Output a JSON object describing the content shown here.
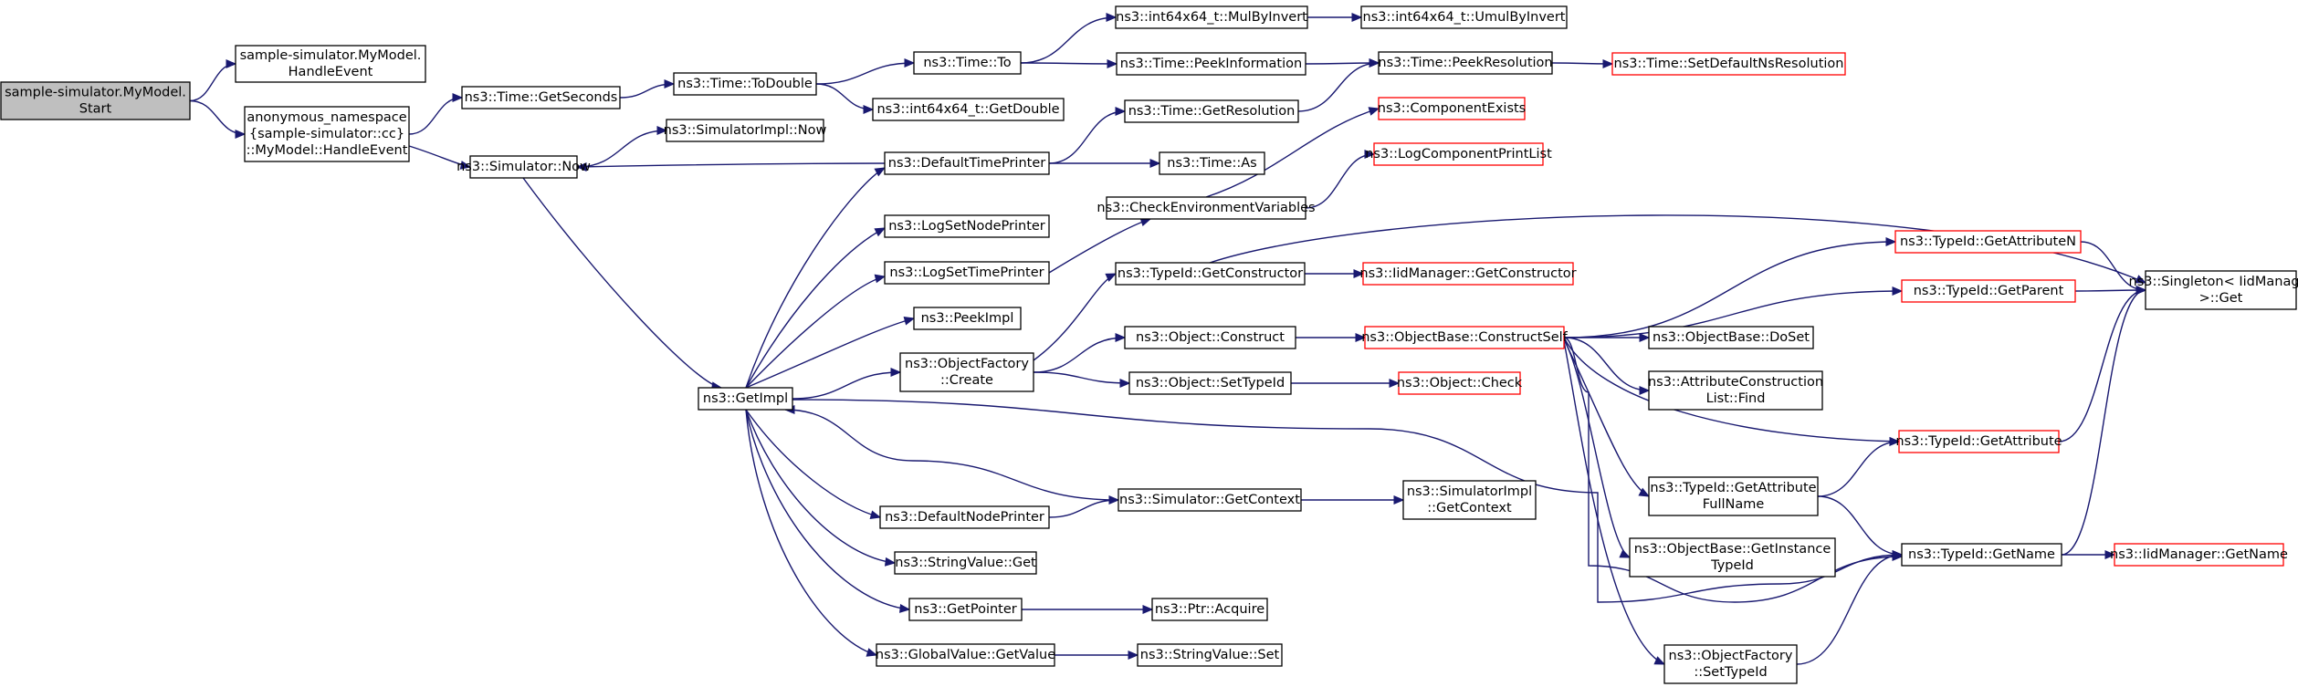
{
  "diagram": {
    "nodes": [
      {
        "id": "start",
        "lines": [
          "sample-simulator.MyModel.",
          "Start"
        ],
        "kind": "root"
      },
      {
        "id": "mm_handle",
        "lines": [
          "sample-simulator.MyModel.",
          "HandleEvent"
        ],
        "kind": "normal"
      },
      {
        "id": "anon_handle",
        "lines": [
          "anonymous_namespace",
          "{sample-simulator::cc}",
          "::MyModel::HandleEvent"
        ],
        "kind": "normal"
      },
      {
        "id": "getseconds",
        "lines": [
          "ns3::Time::GetSeconds"
        ],
        "kind": "normal"
      },
      {
        "id": "sim_now",
        "lines": [
          "ns3::Simulator::Now"
        ],
        "kind": "normal"
      },
      {
        "id": "todouble",
        "lines": [
          "ns3::Time::ToDouble"
        ],
        "kind": "normal"
      },
      {
        "id": "simimpl_now",
        "lines": [
          "ns3::SimulatorImpl::Now"
        ],
        "kind": "normal"
      },
      {
        "id": "time_to",
        "lines": [
          "ns3::Time::To"
        ],
        "kind": "normal"
      },
      {
        "id": "getdouble",
        "lines": [
          "ns3::int64x64_t::GetDouble"
        ],
        "kind": "normal"
      },
      {
        "id": "mulbyinvert",
        "lines": [
          "ns3::int64x64_t::MulByInvert"
        ],
        "kind": "normal"
      },
      {
        "id": "umulbyinvert",
        "lines": [
          "ns3::int64x64_t::UmulByInvert"
        ],
        "kind": "normal"
      },
      {
        "id": "peekinfo",
        "lines": [
          "ns3::Time::PeekInformation"
        ],
        "kind": "normal"
      },
      {
        "id": "peekres",
        "lines": [
          "ns3::Time::PeekResolution"
        ],
        "kind": "normal"
      },
      {
        "id": "setdefres",
        "lines": [
          "ns3::Time::SetDefaultNsResolution"
        ],
        "kind": "trunc"
      },
      {
        "id": "getres",
        "lines": [
          "ns3::Time::GetResolution"
        ],
        "kind": "normal"
      },
      {
        "id": "deftimeprinter",
        "lines": [
          "ns3::DefaultTimePrinter"
        ],
        "kind": "normal"
      },
      {
        "id": "time_as",
        "lines": [
          "ns3::Time::As"
        ],
        "kind": "normal"
      },
      {
        "id": "compexists",
        "lines": [
          "ns3::ComponentExists"
        ],
        "kind": "trunc"
      },
      {
        "id": "logcompprint",
        "lines": [
          "ns3::LogComponentPrintList"
        ],
        "kind": "trunc"
      },
      {
        "id": "checkenv",
        "lines": [
          "ns3::CheckEnvironmentVariables"
        ],
        "kind": "normal"
      },
      {
        "id": "logsetnode",
        "lines": [
          "ns3::LogSetNodePrinter"
        ],
        "kind": "normal"
      },
      {
        "id": "logsettime",
        "lines": [
          "ns3::LogSetTimePrinter"
        ],
        "kind": "normal"
      },
      {
        "id": "peekimpl",
        "lines": [
          "ns3::PeekImpl"
        ],
        "kind": "normal"
      },
      {
        "id": "getimpl",
        "lines": [
          "ns3::GetImpl"
        ],
        "kind": "normal"
      },
      {
        "id": "objfactory_create",
        "lines": [
          "ns3::ObjectFactory",
          "::Create"
        ],
        "kind": "normal"
      },
      {
        "id": "typeid_getctor",
        "lines": [
          "ns3::TypeId::GetConstructor"
        ],
        "kind": "normal"
      },
      {
        "id": "iidmgr_getctor",
        "lines": [
          "ns3::IidManager::GetConstructor"
        ],
        "kind": "trunc"
      },
      {
        "id": "obj_construct",
        "lines": [
          "ns3::Object::Construct"
        ],
        "kind": "normal"
      },
      {
        "id": "obj_settypeid",
        "lines": [
          "ns3::Object::SetTypeId"
        ],
        "kind": "normal"
      },
      {
        "id": "obj_check",
        "lines": [
          "ns3::Object::Check"
        ],
        "kind": "trunc"
      },
      {
        "id": "constructself",
        "lines": [
          "ns3::ObjectBase::ConstructSelf"
        ],
        "kind": "trunc"
      },
      {
        "id": "getattrn",
        "lines": [
          "ns3::TypeId::GetAttributeN"
        ],
        "kind": "trunc"
      },
      {
        "id": "getparent",
        "lines": [
          "ns3::TypeId::GetParent"
        ],
        "kind": "trunc"
      },
      {
        "id": "singleton_get",
        "lines": [
          "ns3::Singleton< IidManager",
          " >::Get"
        ],
        "kind": "normal"
      },
      {
        "id": "doset",
        "lines": [
          "ns3::ObjectBase::DoSet"
        ],
        "kind": "normal"
      },
      {
        "id": "attrconst_find",
        "lines": [
          "ns3::AttributeConstruction",
          "List::Find"
        ],
        "kind": "normal"
      },
      {
        "id": "getattribute",
        "lines": [
          "ns3::TypeId::GetAttribute"
        ],
        "kind": "trunc"
      },
      {
        "id": "getattrfullname",
        "lines": [
          "ns3::TypeId::GetAttribute",
          "FullName"
        ],
        "kind": "normal"
      },
      {
        "id": "getinstancetypeid",
        "lines": [
          "ns3::ObjectBase::GetInstance",
          "TypeId"
        ],
        "kind": "normal"
      },
      {
        "id": "typeid_getname",
        "lines": [
          "ns3::TypeId::GetName"
        ],
        "kind": "normal"
      },
      {
        "id": "iidmgr_getname",
        "lines": [
          "ns3::IidManager::GetName"
        ],
        "kind": "trunc"
      },
      {
        "id": "objfactory_settypeid",
        "lines": [
          "ns3::ObjectFactory",
          "::SetTypeId"
        ],
        "kind": "normal"
      },
      {
        "id": "defnodeprinter",
        "lines": [
          "ns3::DefaultNodePrinter"
        ],
        "kind": "normal"
      },
      {
        "id": "sim_getcontext",
        "lines": [
          "ns3::Simulator::GetContext"
        ],
        "kind": "normal"
      },
      {
        "id": "simimpl_getcontext",
        "lines": [
          "ns3::SimulatorImpl",
          "::GetContext"
        ],
        "kind": "normal"
      },
      {
        "id": "stringvalue_get",
        "lines": [
          "ns3::StringValue::Get"
        ],
        "kind": "normal"
      },
      {
        "id": "getpointer",
        "lines": [
          "ns3::GetPointer"
        ],
        "kind": "normal"
      },
      {
        "id": "ptr_acquire",
        "lines": [
          "ns3::Ptr::Acquire"
        ],
        "kind": "normal"
      },
      {
        "id": "globalvalue_getvalue",
        "lines": [
          "ns3::GlobalValue::GetValue"
        ],
        "kind": "normal"
      },
      {
        "id": "stringvalue_set",
        "lines": [
          "ns3::StringValue::Set"
        ],
        "kind": "normal"
      }
    ],
    "edges": [
      [
        "start",
        "mm_handle"
      ],
      [
        "start",
        "anon_handle"
      ],
      [
        "anon_handle",
        "getseconds"
      ],
      [
        "anon_handle",
        "sim_now"
      ],
      [
        "getseconds",
        "todouble"
      ],
      [
        "todouble",
        "time_to"
      ],
      [
        "todouble",
        "getdouble"
      ],
      [
        "time_to",
        "mulbyinvert"
      ],
      [
        "time_to",
        "peekinfo"
      ],
      [
        "mulbyinvert",
        "umulbyinvert"
      ],
      [
        "peekinfo",
        "peekres"
      ],
      [
        "peekres",
        "setdefres"
      ],
      [
        "getres",
        "peekres"
      ],
      [
        "sim_now",
        "simimpl_now"
      ],
      [
        "sim_now",
        "getimpl"
      ],
      [
        "deftimeprinter",
        "sim_now"
      ],
      [
        "deftimeprinter",
        "getres"
      ],
      [
        "deftimeprinter",
        "time_as"
      ],
      [
        "getimpl",
        "deftimeprinter"
      ],
      [
        "getimpl",
        "logsetnode"
      ],
      [
        "getimpl",
        "logsettime"
      ],
      [
        "getimpl",
        "peekimpl"
      ],
      [
        "getimpl",
        "objfactory_create"
      ],
      [
        "getimpl",
        "defnodeprinter"
      ],
      [
        "getimpl",
        "stringvalue_get"
      ],
      [
        "getimpl",
        "getpointer"
      ],
      [
        "getimpl",
        "globalvalue_getvalue"
      ],
      [
        "getimpl",
        "typeid_getname"
      ],
      [
        "logsettime",
        "checkenv"
      ],
      [
        "checkenv",
        "compexists"
      ],
      [
        "checkenv",
        "logcompprint"
      ],
      [
        "objfactory_create",
        "typeid_getctor"
      ],
      [
        "objfactory_create",
        "obj_construct"
      ],
      [
        "objfactory_create",
        "obj_settypeid"
      ],
      [
        "typeid_getctor",
        "iidmgr_getctor"
      ],
      [
        "typeid_getctor",
        "singleton_get"
      ],
      [
        "obj_construct",
        "constructself"
      ],
      [
        "obj_settypeid",
        "obj_check"
      ],
      [
        "constructself",
        "getattrn"
      ],
      [
        "constructself",
        "getparent"
      ],
      [
        "constructself",
        "doset"
      ],
      [
        "constructself",
        "attrconst_find"
      ],
      [
        "constructself",
        "getattribute"
      ],
      [
        "constructself",
        "getattrfullname"
      ],
      [
        "constructself",
        "getinstancetypeid"
      ],
      [
        "constructself",
        "typeid_getname"
      ],
      [
        "constructself",
        "objfactory_settypeid"
      ],
      [
        "getattrn",
        "singleton_get"
      ],
      [
        "getparent",
        "singleton_get"
      ],
      [
        "getattribute",
        "singleton_get"
      ],
      [
        "getattrfullname",
        "getattribute"
      ],
      [
        "getattrfullname",
        "typeid_getname"
      ],
      [
        "typeid_getname",
        "singleton_get"
      ],
      [
        "typeid_getname",
        "iidmgr_getname"
      ],
      [
        "objfactory_settypeid",
        "typeid_getname"
      ],
      [
        "defnodeprinter",
        "sim_getcontext"
      ],
      [
        "sim_getcontext",
        "getimpl"
      ],
      [
        "sim_getcontext",
        "simimpl_getcontext"
      ],
      [
        "getpointer",
        "ptr_acquire"
      ],
      [
        "globalvalue_getvalue",
        "stringvalue_set"
      ]
    ],
    "colors": {
      "edge": "#191970",
      "root_fill": "#bfbfbf",
      "truncated_border": "#ff0000",
      "border": "#000000"
    }
  }
}
